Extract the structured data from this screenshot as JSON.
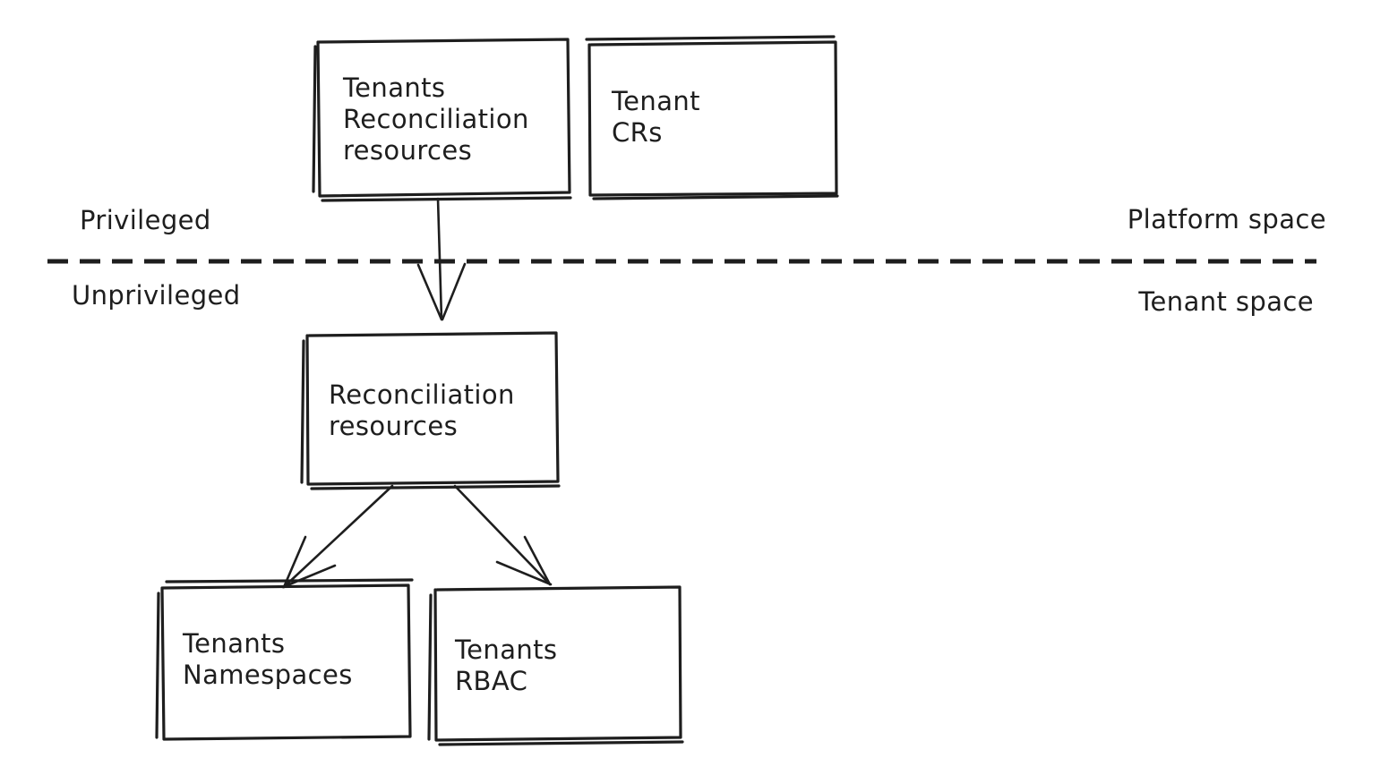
{
  "diagram": {
    "type": "flowchart",
    "style": "hand-drawn-sketch",
    "stroke_color": "#1e1e1e",
    "background_color": "#ffffff",
    "nodes": [
      {
        "id": "tenants-reconciliation-resources",
        "label": "Tenants\nReconciliation\nresources",
        "zone": "platform"
      },
      {
        "id": "tenant-crs",
        "label": "Tenant\nCRs",
        "zone": "platform"
      },
      {
        "id": "reconciliation-resources",
        "label": "Reconciliation\nresources",
        "zone": "tenant"
      },
      {
        "id": "tenants-namespaces",
        "label": "Tenants\nNamespaces",
        "zone": "tenant"
      },
      {
        "id": "tenants-rbac",
        "label": "Tenants\nRBAC",
        "zone": "tenant"
      }
    ],
    "edges": [
      {
        "from": "tenants-reconciliation-resources",
        "to": "reconciliation-resources"
      },
      {
        "from": "reconciliation-resources",
        "to": "tenants-namespaces"
      },
      {
        "from": "reconciliation-resources",
        "to": "tenants-rbac"
      }
    ],
    "divider": {
      "style": "dashed",
      "labels": {
        "above_left": "Privileged",
        "below_left": "Unprivileged",
        "above_right": "Platform space",
        "below_right": "Tenant space"
      }
    }
  }
}
